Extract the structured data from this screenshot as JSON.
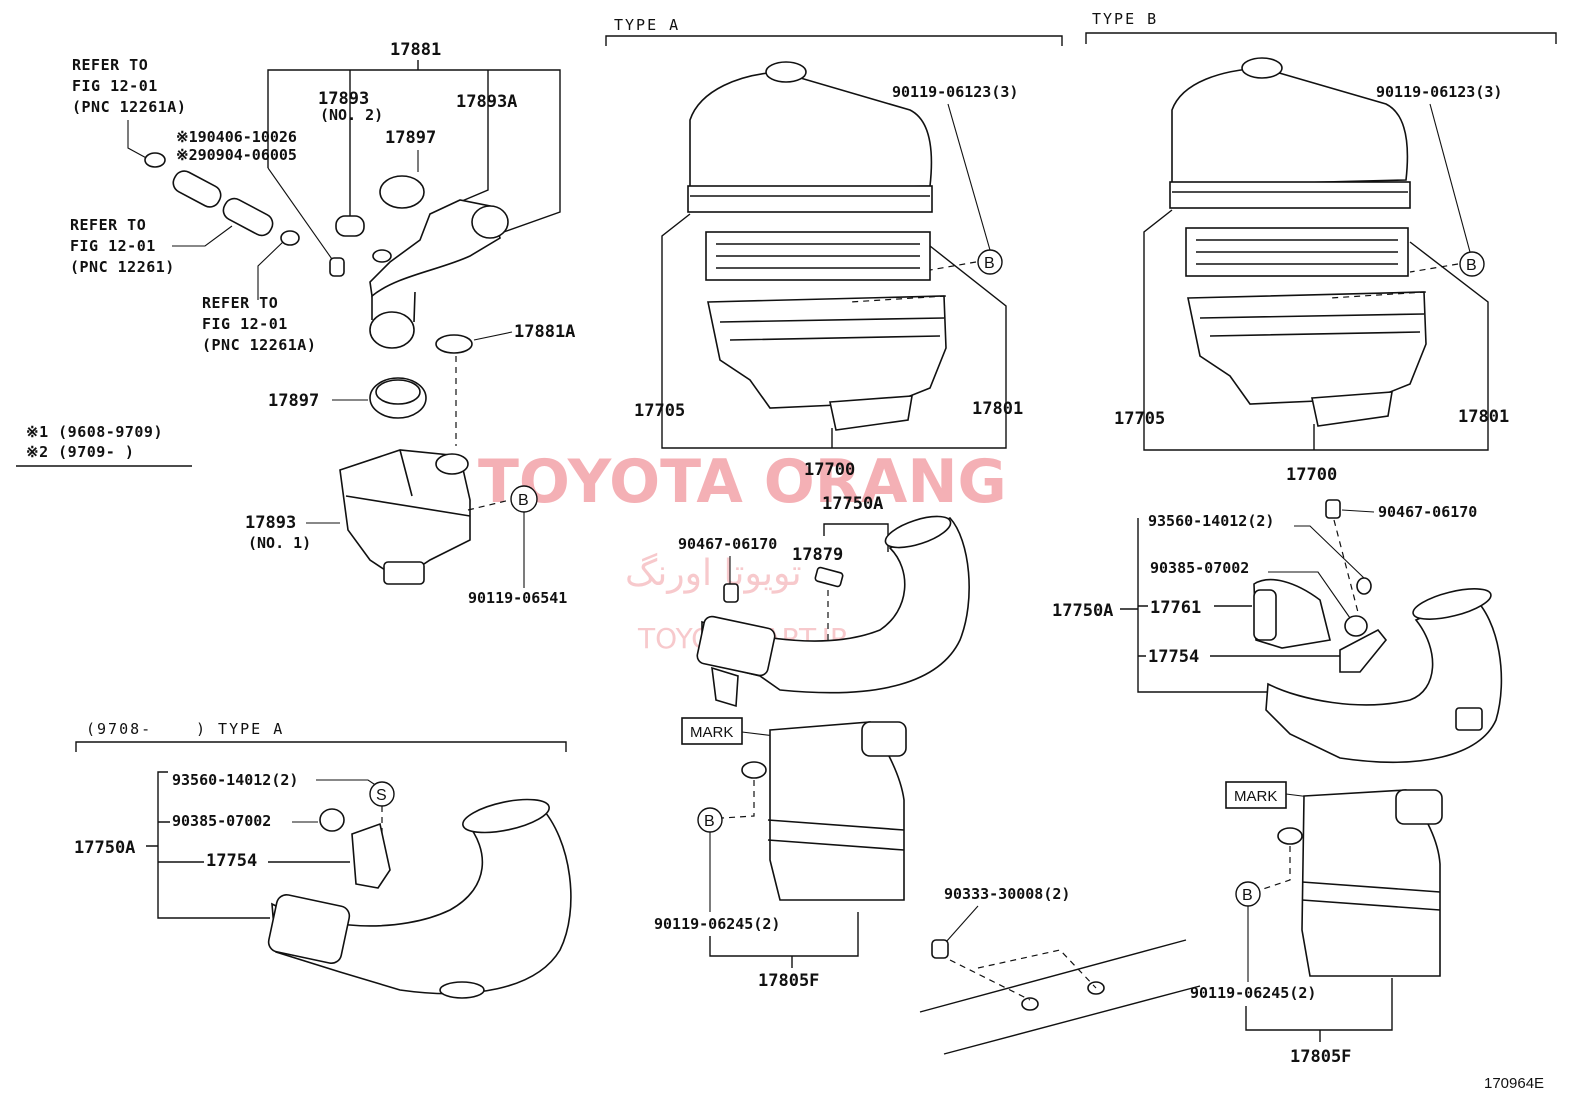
{
  "diagram_code": "170964E",
  "watermark": {
    "brand": "TOYOTA ORANG",
    "persian": "تویوتا اورنگ",
    "url": "TOYOTAPART.IR"
  },
  "section_headers": {
    "type_a": "TYPE A",
    "type_b": "TYPE B",
    "bottom_left_range": "(9708-",
    "bottom_left_type": ") TYPE A"
  },
  "references": {
    "ref1": {
      "line1": "REFER TO",
      "line2": "FIG 12-01",
      "line3": "(PNC 12261A)"
    },
    "ref2": {
      "line1": "REFER TO",
      "line2": "FIG 12-01",
      "line3": "(PNC 12261)"
    },
    "ref3": {
      "line1": "REFER TO",
      "line2": "FIG 12-01",
      "line3": "(PNC 12261A)"
    }
  },
  "legend": {
    "note1": "※1 (9608-9709)",
    "note2": "※2 (9709-       )"
  },
  "circle_labels": {
    "b": "B",
    "s": "S"
  },
  "parts": {
    "p17881": "17881",
    "p17893_no2": "17893",
    "p17893_no2_sub": "(NO. 2)",
    "p17893a": "17893A",
    "p17897_top": "17897",
    "p90406": "※190406-10026",
    "p90904": "※290904-06005",
    "p17881a": "17881A",
    "p17897_mid": "17897",
    "p17893_no1": "17893",
    "p17893_no1_sub": "(NO. 1)",
    "p90119_06541": "90119-06541",
    "ta_90119_06123": "90119-06123(3)",
    "ta_17705": "17705",
    "ta_17801": "17801",
    "ta_17700": "17700",
    "ta_17750a": "17750A",
    "ta_90467": "90467-06170",
    "ta_17879": "17879",
    "ta_mark": "MARK",
    "ta_90119_06245": "90119-06245(2)",
    "ta_17805f": "17805F",
    "p90333": "90333-30008(2)",
    "tb_90119_06123": "90119-06123(3)",
    "tb_17705": "17705",
    "tb_17801": "17801",
    "tb_17700": "17700",
    "tb_93560": "93560-14012(2)",
    "tb_90467": "90467-06170",
    "tb_90385": "90385-07002",
    "tb_17750a": "17750A",
    "tb_17761": "17761",
    "tb_17754": "17754",
    "tb_mark": "MARK",
    "tb_90119_06245": "90119-06245(2)",
    "tb_17805f": "17805F",
    "bl_93560": "93560-14012(2)",
    "bl_90385": "90385-07002",
    "bl_17750a": "17750A",
    "bl_17754": "17754"
  }
}
